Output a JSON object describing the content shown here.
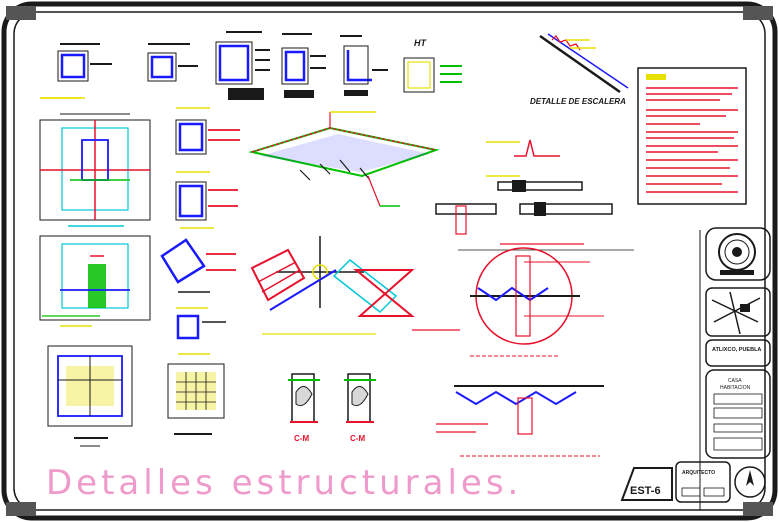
{
  "sheet": {
    "title": "Detalles estructurales.",
    "sheet_code": "EST-6"
  },
  "details": {
    "ht_label": "HT",
    "stair_detail": "DETALLE DE ESCALERA",
    "cm_label_1": "C-M",
    "cm_label_2": "C-M"
  },
  "title_block": {
    "location": "ATLIXCO, PUEBLA",
    "project_lines": [
      "CASA",
      "HABITACION"
    ],
    "architect": "ARQUITECTO"
  },
  "colors": {
    "frame": "#1a1a1a",
    "cyan": "#00c8d8",
    "red": "#e8102a",
    "blue": "#1a1aff",
    "magenta": "#e020e0",
    "yellow": "#e8e000",
    "green": "#00c000",
    "title_text": "#ee9acb"
  }
}
